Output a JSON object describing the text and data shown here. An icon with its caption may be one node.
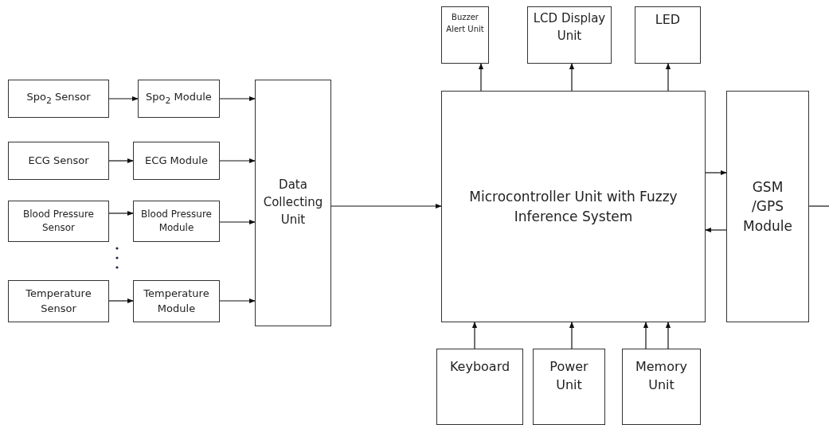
{
  "diagram": {
    "nodes": [
      {
        "text": [
          "Spo$_{2}$ Sensor"
        ]
      },
      {
        "text": [
          "Spo$_{2}$ Module"
        ]
      },
      {
        "text": [
          "ECG Sensor"
        ]
      },
      {
        "text": [
          "ECG Module"
        ]
      },
      {
        "text": [
          "Blood Pressure Sensor"
        ]
      },
      {
        "text": [
          "Blood Pressure Module"
        ]
      },
      {
        "text": [
          "Temperature Sensor"
        ]
      },
      {
        "text": [
          "Temperature Module"
        ]
      },
      {
        "text": [
          "Data Collecting Unit"
        ]
      },
      {
        "text": [
          "Buzzer Alert Unit"
        ]
      },
      {
        "text": [
          "LCD Display Unit"
        ]
      },
      {
        "text": [
          "LED"
        ]
      },
      {
        "text": [
          "Microcontroller Unit with Fuzzy Inference System"
        ]
      },
      {
        "text": [
          "GSM /GPS Module"
        ]
      },
      {
        "text": [
          "Keyboard"
        ]
      },
      {
        "text": [
          "Power Unit"
        ]
      },
      {
        "text": [
          "Memory Unit"
        ]
      }
    ],
    "edges": [
      {
        "from": 0,
        "to": 1,
        "arrow": "to"
      },
      {
        "from": 2,
        "to": 3,
        "arrow": "to"
      },
      {
        "from": 4,
        "to": 5,
        "arrow": "to"
      },
      {
        "from": 6,
        "to": 7,
        "arrow": "to"
      },
      {
        "from": 1,
        "to": 8,
        "arrow": "to"
      },
      {
        "from": 3,
        "to": 8,
        "arrow": "to"
      },
      {
        "from": 5,
        "to": 8,
        "arrow": "to"
      },
      {
        "from": 7,
        "to": 8,
        "arrow": "to"
      },
      {
        "from": 8,
        "to": 12,
        "arrow": "to"
      },
      {
        "from": 12,
        "to": 9,
        "arrow": "to"
      },
      {
        "from": 12,
        "to": 10,
        "arrow": "to"
      },
      {
        "from": 12,
        "to": 11,
        "arrow": "to"
      },
      {
        "from": 12,
        "to": 13,
        "arrow": "to"
      },
      {
        "from": 13,
        "to": 12,
        "arrow": "to"
      },
      {
        "from": 14,
        "to": 12,
        "arrow": "to"
      },
      {
        "from": 15,
        "to": 12,
        "arrow": "to"
      },
      {
        "from": 16,
        "to": 12,
        "arrow": "to"
      },
      {
        "from": 16,
        "to": 12,
        "arrow": "to"
      },
      {
        "from": 13,
        "to": null,
        "arrow": "none"
      }
    ]
  }
}
